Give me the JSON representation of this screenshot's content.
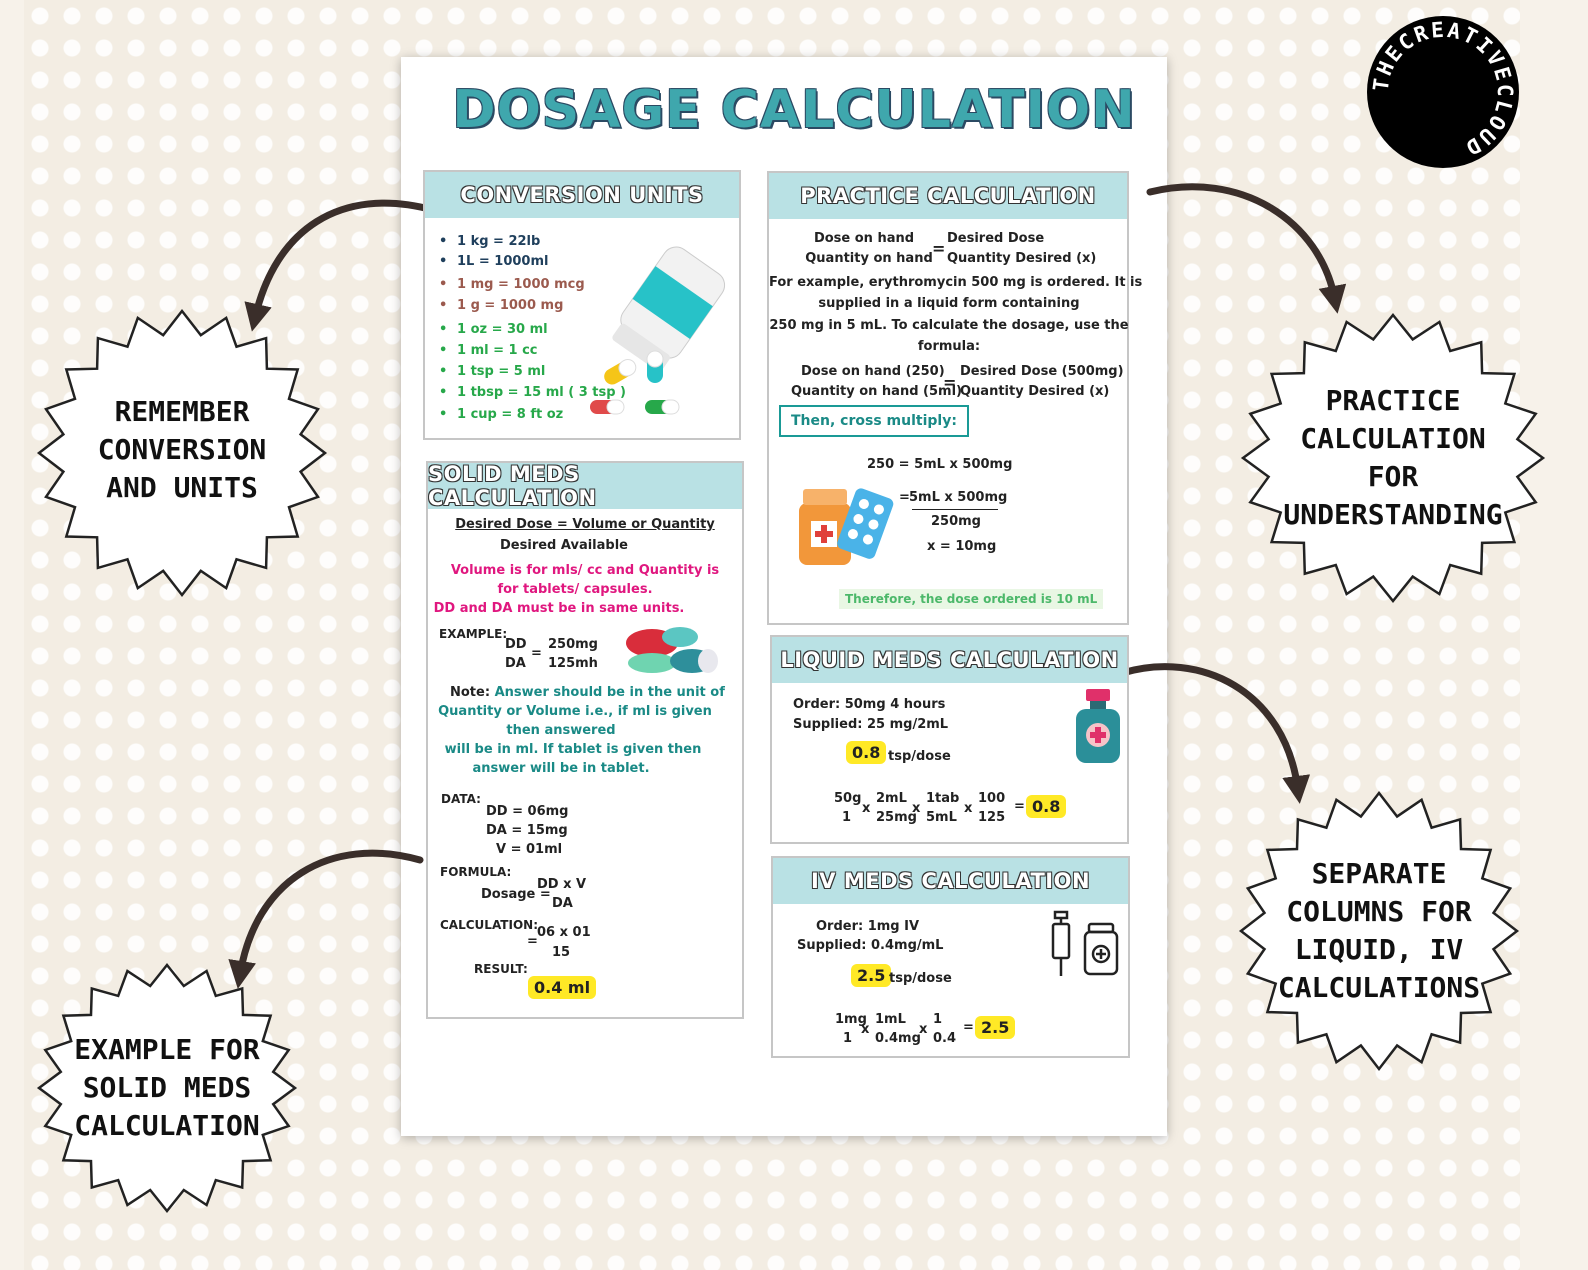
{
  "title": "DOSAGE CALCULATION",
  "logo": {
    "text": "THECREATIVECLOUD"
  },
  "callouts": {
    "conversion": "REMEMBER CONVERSION AND UNITS",
    "solid": "EXAMPLE FOR SOLID MEDS CALCULATION",
    "practice": "PRACTICE CALCULATION FOR UNDERSTANDING",
    "columns": "SEPARATE COLUMNS FOR LIQUID, IV CALCULATIONS"
  },
  "conversion": {
    "heading": "CONVERSION UNITS",
    "items": [
      "1 kg = 22lb",
      "1L = 1000ml",
      "1 mg = 1000 mcg",
      "1 g = 1000 mg",
      "1 oz = 30 ml",
      "1 ml = 1 cc",
      "1 tsp = 5 ml",
      "1 tbsp = 15 ml ( 3 tsp )",
      "1 cup = 8 ft oz"
    ]
  },
  "solid": {
    "heading": "SOLID MEDS CALCULATION",
    "formula_top": "Desired Dose = Volume or Quantity",
    "formula_bottom": "Desired Available",
    "note1": "Volume is for mls/ cc and Quantity is",
    "note2": "for tablets/ capsules.",
    "note3": "DD and DA must be in same units.",
    "example_label": "EXAMPLE:",
    "dd": "DD",
    "da": "DA",
    "eq": "=",
    "ex_top": "250mg",
    "ex_bottom": "125mh",
    "note_label": "Note:",
    "note_lines": [
      " Answer should be in the unit of",
      "Quantity or Volume i.e., if ml is given",
      "then answered",
      "will be in ml. If tablet is given then",
      "answer will be in tablet."
    ],
    "data_label": "DATA:",
    "data_lines": [
      "DD = 06mg",
      "DA = 15mg",
      "V = 01ml"
    ],
    "formula_label": "FORMULA:",
    "dosage": "Dosage =",
    "f_top": "DD x V",
    "f_bottom": "DA",
    "calc_label": "CALCULATION:",
    "c_top": "06 x 01",
    "c_bottom": "15",
    "result_label": "RESULT:",
    "result": "0.4 ml"
  },
  "practice": {
    "heading": "PRACTICE CALCULATION",
    "f1_top": "Dose on hand",
    "f1_bottom": "Quantity on hand",
    "f2_top": "Desired Dose",
    "f2_bottom": "Quantity Desired (x)",
    "eq": "=",
    "example": [
      "For example, erythromycin 500 mg is ordered. It is",
      "supplied in a liquid form containing",
      "250 mg in 5 mL. To calculate the dosage, use the",
      "formula:"
    ],
    "g1_top": "Dose on hand (250)",
    "g1_bottom": "Quantity on hand (5ml)",
    "g2_top": "Desired Dose  (500mg)",
    "g2_bottom": "Quantity Desired (x)",
    "cross": "Then, cross multiply:",
    "step1": "250 = 5mL x 500mg",
    "step2_eq": "=",
    "step2_top": "5mL x 500mg",
    "step2_bottom": "250mg",
    "step3": "x = 10mg",
    "therefore": "Therefore, the dose ordered is 10 mL"
  },
  "liquid": {
    "heading": "LIQUID MEDS CALCULATION",
    "order": "Order: 50mg 4 hours",
    "supplied": "Supplied: 25 mg/2mL",
    "answer": "0.8",
    "unit": "tsp/dose",
    "fracs": [
      [
        "50g",
        "1"
      ],
      [
        "2mL",
        "25mg"
      ],
      [
        "1tab",
        "5mL"
      ],
      [
        "100",
        "125"
      ]
    ],
    "x": "x",
    "eq": "=",
    "result": "0.8"
  },
  "iv": {
    "heading": "IV MEDS CALCULATION",
    "order": "Order: 1mg IV",
    "supplied": "Supplied: 0.4mg/mL",
    "answer": "2.5",
    "unit": "tsp/dose",
    "fracs": [
      [
        "1mg",
        "1"
      ],
      [
        "1mL",
        "0.4mg"
      ],
      [
        "1",
        "0.4"
      ]
    ],
    "x": "x",
    "eq": "=",
    "result": "2.5"
  }
}
